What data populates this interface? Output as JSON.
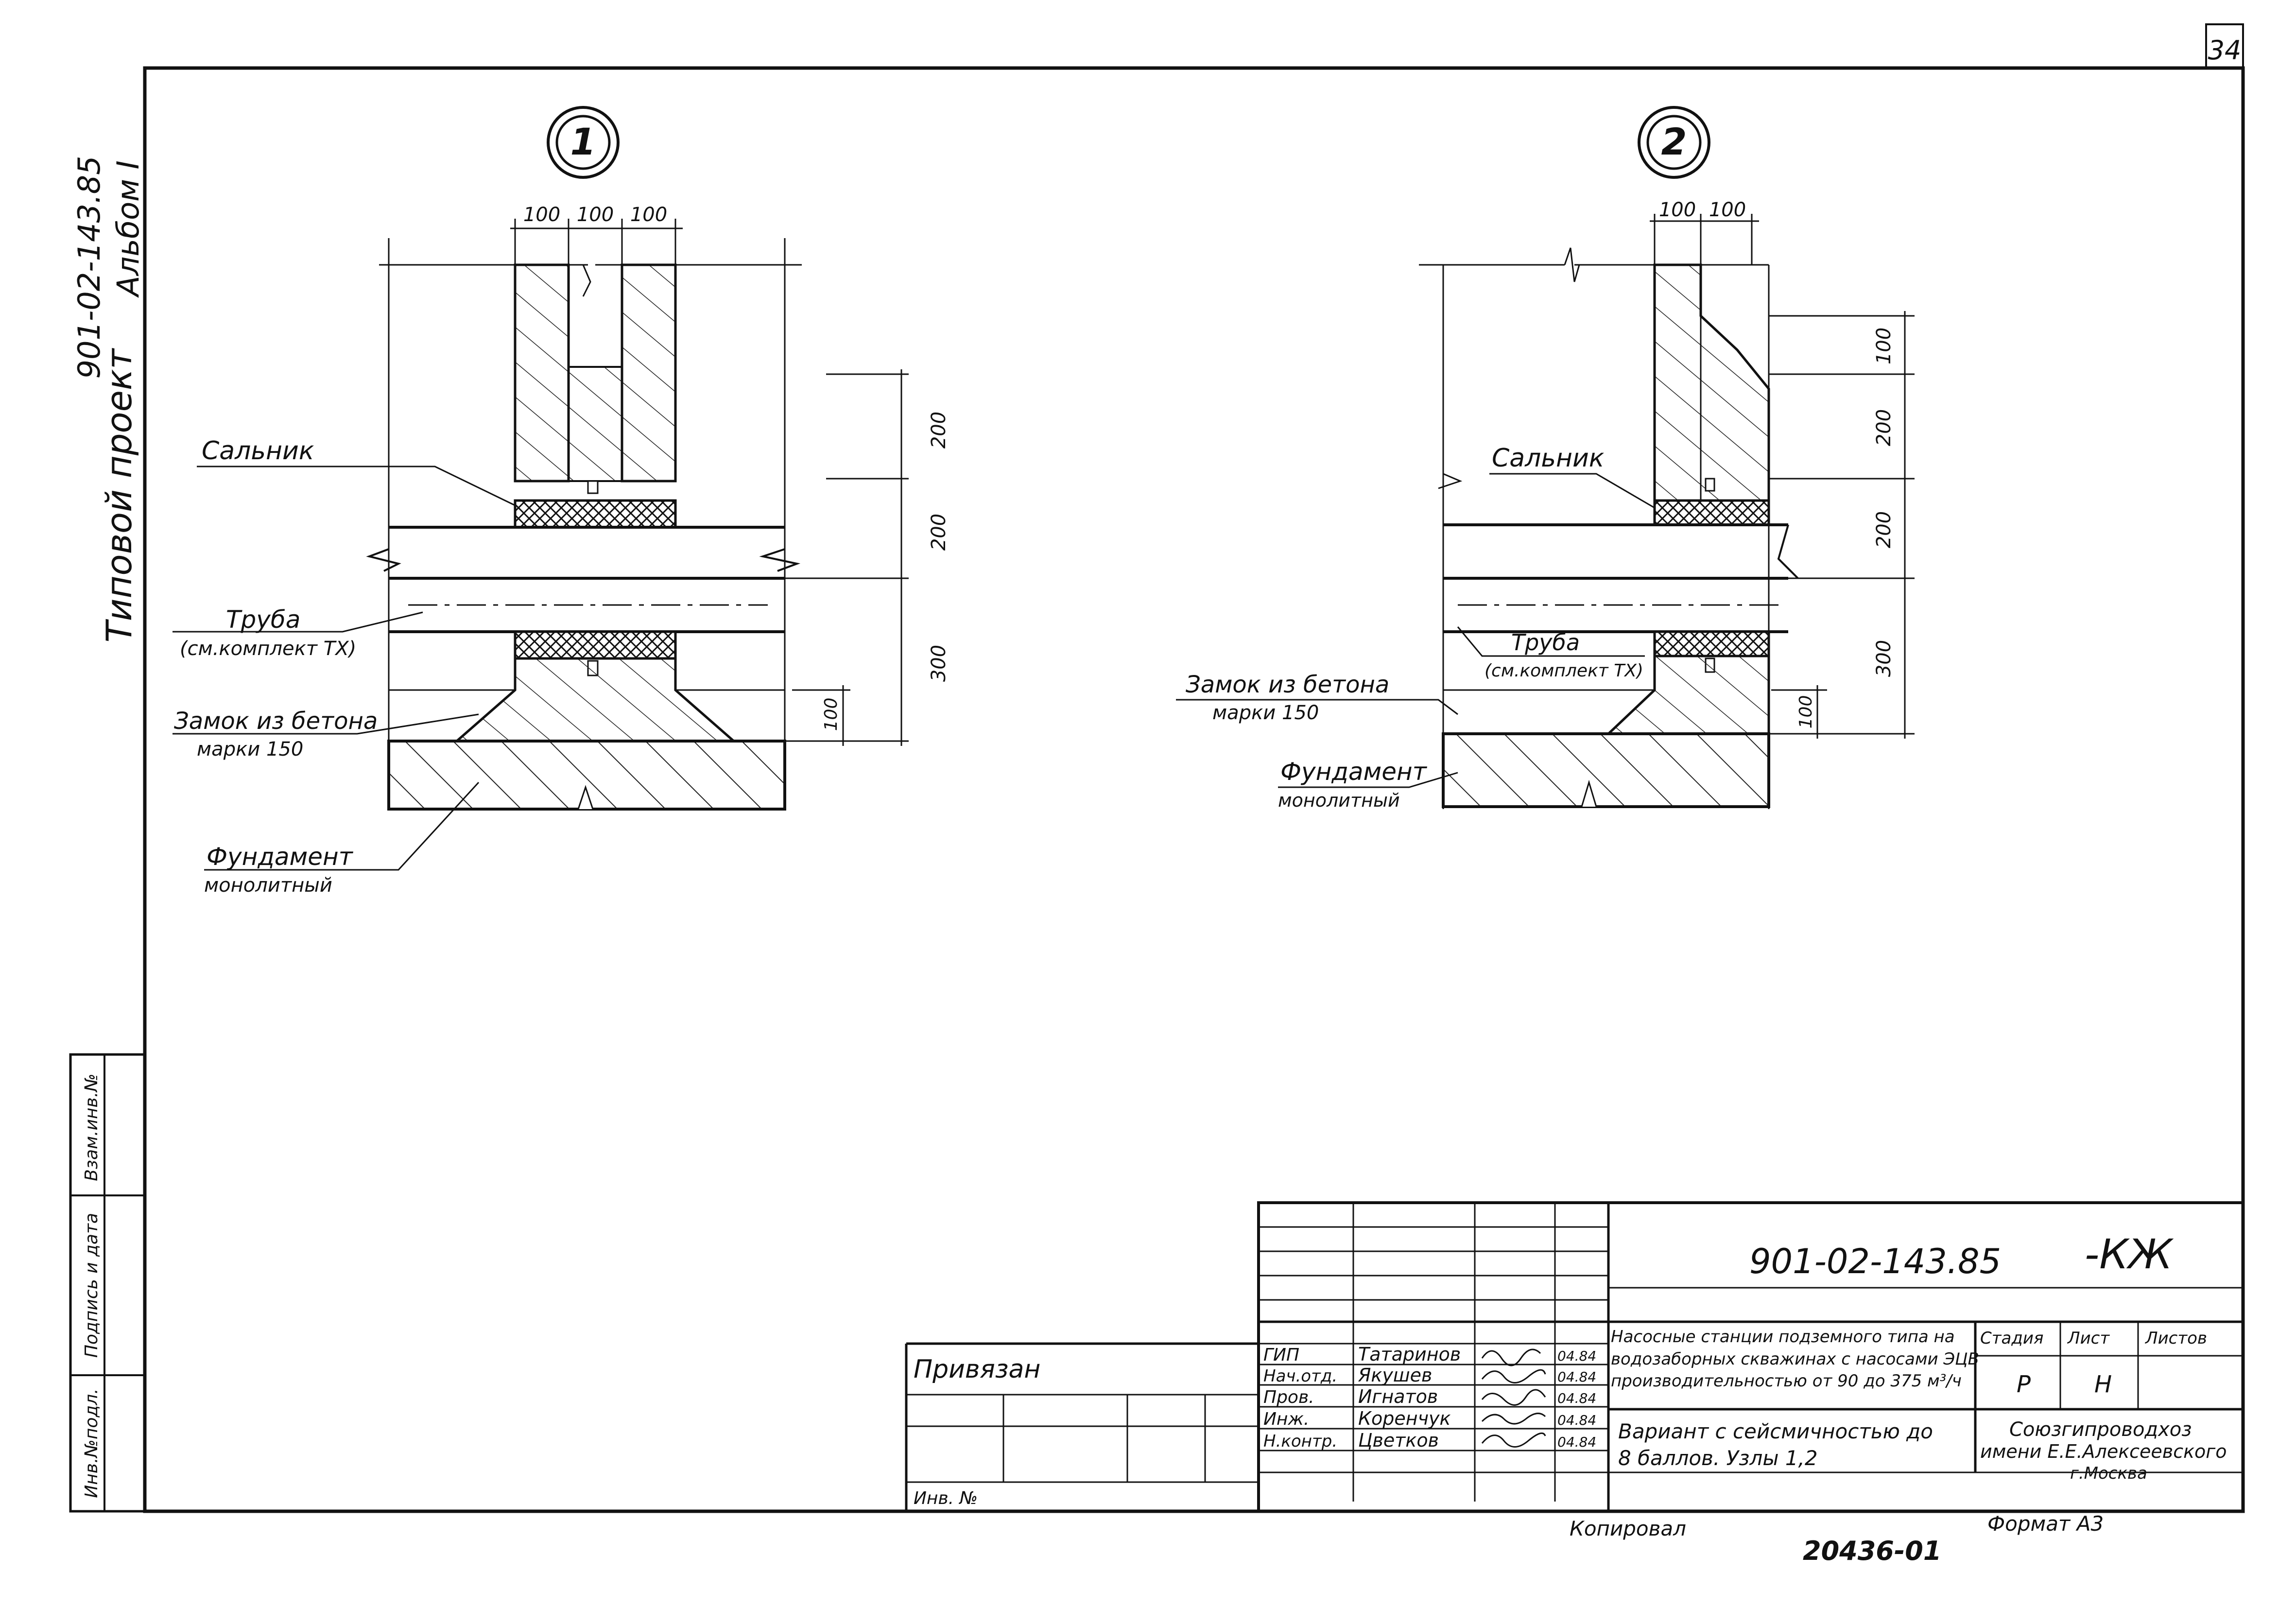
{
  "sheet_number": "34",
  "side_stamp": {
    "album": "Альбом I",
    "code": "901-02-143.85",
    "project_type": "Типовой проект"
  },
  "left_strip": {
    "inv_replace": "Взам.инв.№",
    "sign_date": "Подпись и дата",
    "inv_orig": "Инв.№подл."
  },
  "node1": {
    "marker": "1",
    "dims_top": [
      "100",
      "100",
      "100"
    ],
    "dims_right": [
      "200",
      "200",
      "300"
    ],
    "dim_small": "100",
    "label_gland": "Сальник",
    "label_pipe_1": "Труба",
    "label_pipe_2": "(см.комплект ТХ)",
    "label_lock_1": "Замок из бетона",
    "label_lock_2": "марки 150",
    "label_found_1": "Фундамент",
    "label_found_2": "монолитный"
  },
  "node2": {
    "marker": "2",
    "dims_top": [
      "100",
      "100"
    ],
    "dims_right": [
      "100",
      "200",
      "200",
      "300"
    ],
    "dim_small": "100",
    "label_gland": "Сальник",
    "label_pipe_1": "Труба",
    "label_pipe_2": "(см.комплект ТХ)",
    "label_lock_1": "Замок из бетона",
    "label_lock_2": "марки 150",
    "label_found_1": "Фундамент",
    "label_found_2": "монолитный"
  },
  "title_block": {
    "doc_code": "901-02-143.85",
    "doc_suffix": "-КЖ",
    "tied": "Привязан",
    "inv_no": "Инв. №",
    "staff": [
      {
        "role": "ГИП",
        "name": "Татаринов",
        "date": "04.84"
      },
      {
        "role": "Нач.отд.",
        "name": "Якушев",
        "date": "04.84"
      },
      {
        "role": "Пров.",
        "name": "Игнатов",
        "date": "04.84"
      },
      {
        "role": "Инж.",
        "name": "Коренчук",
        "date": "04.84"
      },
      {
        "role": "Н.контр.",
        "name": "Цветков",
        "date": "04.84"
      }
    ],
    "desc_1": "Насосные станции подземного типа на",
    "desc_2": "водозаборных скважинах с насосами ЭЦВ",
    "desc_3": "производительностью от 90 до 375 м³/ч",
    "sheet_1": "Вариант с сейсмичностью до",
    "sheet_2": "8 баллов. Узлы 1,2",
    "stage_h": "Стадия",
    "list_h": "Лист",
    "lists_h": "Листов",
    "stage": "Р",
    "list": "Н",
    "org_1": "Союзгипроводхоз",
    "org_2": "имени Е.Е.Алексеевского",
    "org_3": "г.Москва"
  },
  "footer": {
    "copied": "Копировал",
    "format": "Формат А3",
    "order": "20436-01"
  }
}
